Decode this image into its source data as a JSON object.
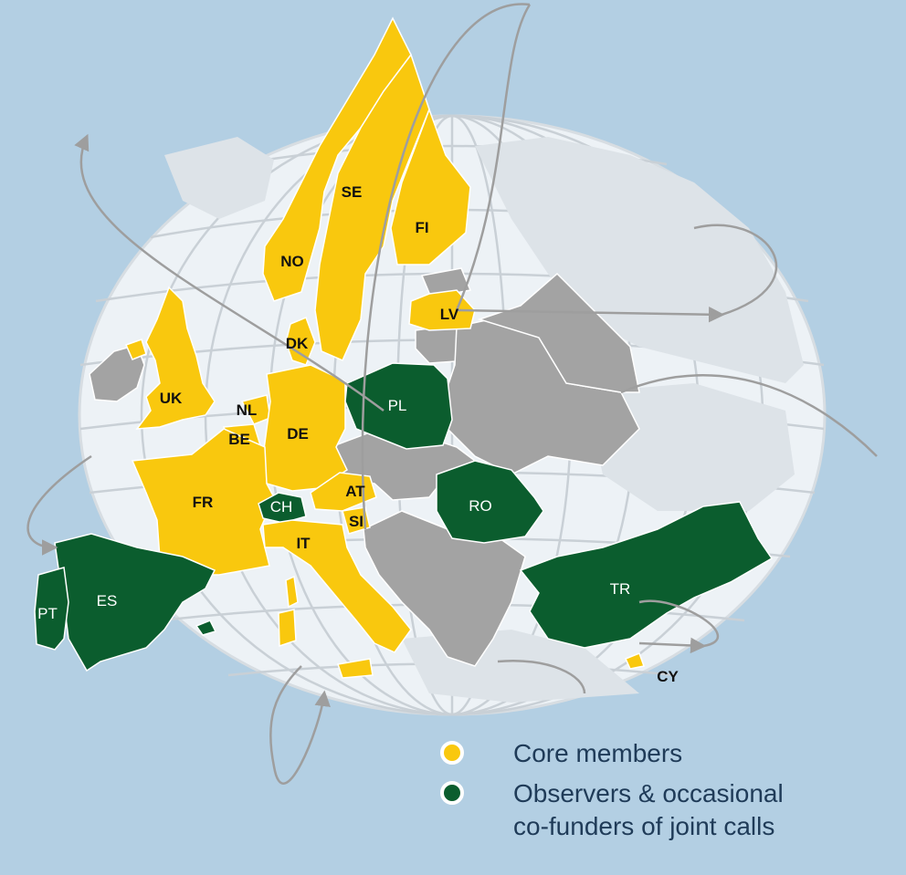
{
  "colors": {
    "background": "#b3cfe3",
    "globe": "#edf2f6",
    "gridlines": "#c9d0d6",
    "land": "#dde3e8",
    "core": "#f9c80e",
    "observer": "#0b5d2e",
    "other": "#a3a3a3",
    "orbit": "#9e9e9e"
  },
  "legend": {
    "core_label": "Core members",
    "observer_label_line1": "Observers & occasional",
    "observer_label_line2": "co-funders of joint calls"
  },
  "countries": {
    "SE": {
      "label": "SE",
      "status": "core"
    },
    "FI": {
      "label": "FI",
      "status": "core"
    },
    "NO": {
      "label": "NO",
      "status": "core"
    },
    "LV": {
      "label": "LV",
      "status": "core"
    },
    "DK": {
      "label": "DK",
      "status": "core"
    },
    "UK": {
      "label": "UK",
      "status": "core"
    },
    "NL": {
      "label": "NL",
      "status": "core"
    },
    "BE": {
      "label": "BE",
      "status": "core"
    },
    "DE": {
      "label": "DE",
      "status": "core"
    },
    "PL": {
      "label": "PL",
      "status": "observer"
    },
    "FR": {
      "label": "FR",
      "status": "core"
    },
    "CH": {
      "label": "CH",
      "status": "observer"
    },
    "AT": {
      "label": "AT",
      "status": "core"
    },
    "SI": {
      "label": "SI",
      "status": "core"
    },
    "RO": {
      "label": "RO",
      "status": "observer"
    },
    "IT": {
      "label": "IT",
      "status": "core"
    },
    "ES": {
      "label": "ES",
      "status": "observer"
    },
    "PT": {
      "label": "PT",
      "status": "observer"
    },
    "TR": {
      "label": "TR",
      "status": "observer"
    },
    "CY": {
      "label": "CY",
      "status": "core"
    }
  }
}
